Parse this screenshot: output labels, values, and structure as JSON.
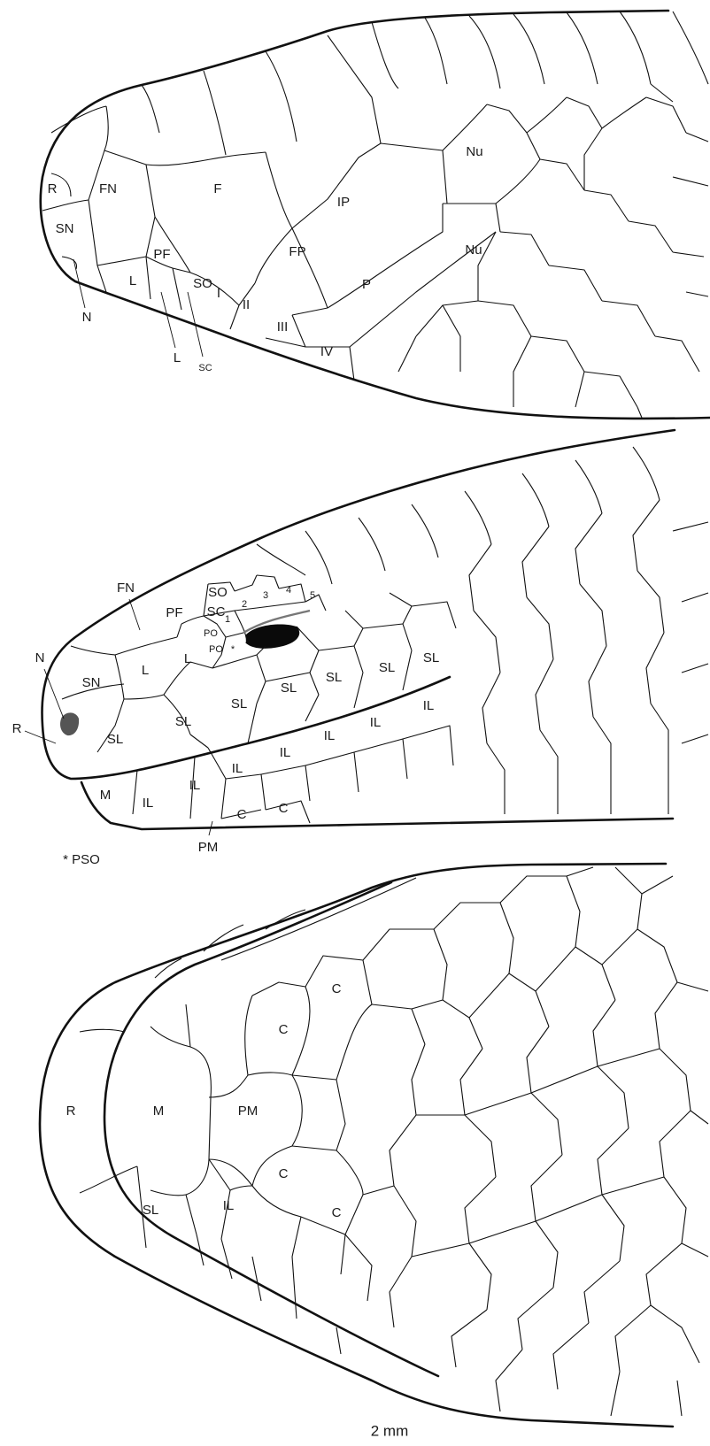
{
  "figure": {
    "panel_top_labels": {
      "R": "R",
      "FN": "FN",
      "SN": "SN",
      "F": "F",
      "IP": "IP",
      "FP": "FP",
      "P": "P",
      "PF": "PF",
      "L": "L",
      "SO": "SO",
      "I": "I",
      "II": "II",
      "III": "III",
      "IV": "IV",
      "Nu1": "Nu",
      "Nu2": "Nu",
      "N": "N",
      "L2": "L",
      "SC": "SC"
    },
    "panel_side_labels": {
      "FN": "FN",
      "N": "N",
      "R": "R",
      "SN": "SN",
      "PF": "PF",
      "SO": "SO",
      "s2": "2",
      "s3": "3",
      "s4": "4",
      "s5": "5",
      "SC": "SC",
      "s1": "1",
      "PO1": "PO",
      "PO2": "PO",
      "star": "*",
      "L1": "L",
      "L2": "L",
      "SL1": "SL",
      "SL2": "SL",
      "SL3": "SL",
      "SL4": "SL",
      "SL5": "SL",
      "SL6": "SL",
      "SL7": "SL",
      "IL1": "IL",
      "IL2": "IL",
      "IL3": "IL",
      "IL4": "IL",
      "IL5": "IL",
      "IL6": "IL",
      "IL7": "IL",
      "M": "M",
      "C1": "C",
      "C2": "C",
      "PM": "PM"
    },
    "footnote": "* PSO",
    "panel_bottom_labels": {
      "R": "R",
      "M": "M",
      "PM": "PM",
      "SL": "SL",
      "IL": "IL",
      "C1": "C",
      "C2": "C",
      "C3": "C",
      "C4": "C"
    },
    "scale_bar_label": "2 mm"
  }
}
